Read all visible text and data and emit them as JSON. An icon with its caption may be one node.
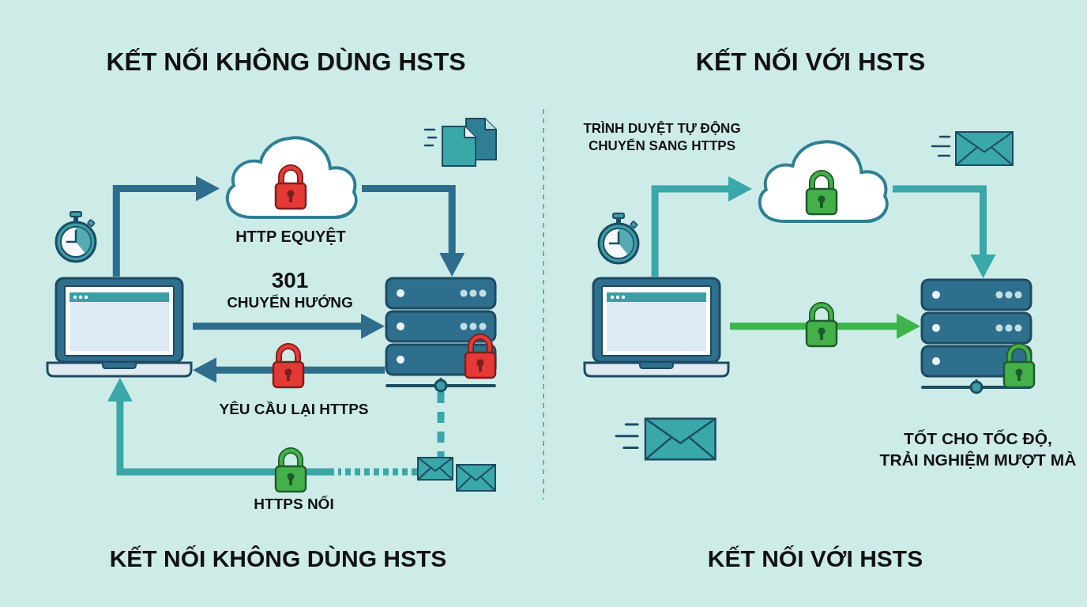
{
  "diagram": {
    "nodes": [
      {
        "text": [],
        "shape": "picture"
      },
      {
        "text": [],
        "shape": "cloud",
        "beside": [
          "HTTP EQUYỆT"
        ]
      },
      {
        "text": [],
        "shape": "picture"
      },
      {
        "text": [],
        "shape": "picture"
      },
      {
        "text": [],
        "shape": "picture"
      },
      {
        "text": [],
        "shape": "cloud"
      },
      {
        "text": [],
        "shape": "picture",
        "beside": [
          "TỐT CHO TỐC ĐỘ, TRẢI NGHIỆM MƯỢT MÀ"
        ]
      }
    ],
    "edges": [
      {
        "from": 0,
        "to": 1,
        "arrow": "to",
        "color": "#2e6e8c"
      },
      {
        "from": 1,
        "to": 2,
        "arrow": "to",
        "color": "#2e6e8c"
      },
      {
        "from": 0,
        "to": 2,
        "arrow": "to",
        "label": "301 CHUYỂN HƯỚNG",
        "color": "#2e6e8c"
      },
      {
        "from": 2,
        "to": 0,
        "arrow": "to",
        "label": "YÊU CẦU LẠI HTTPS",
        "color": "#2e6e8c"
      },
      {
        "from": 2,
        "to": 3,
        "arrow": "none",
        "style": "dashed",
        "color": "#3aa7a9"
      },
      {
        "from": 3,
        "to": 0,
        "arrow": "to",
        "label": "HTTPS NỐI",
        "color": "#3aa7a9"
      },
      {
        "from": 4,
        "to": 5,
        "arrow": "to",
        "label": "TRÌNH DUYỆT TỰ ĐỘNG CHUYỂN SANG HTTPS",
        "color": "#3aa7a9"
      },
      {
        "from": 5,
        "to": 6,
        "arrow": "to",
        "color": "#3aa7a9"
      },
      {
        "from": 4,
        "to": 6,
        "arrow": "to",
        "color": "#3cb54a"
      }
    ],
    "labels": [
      "KẾT NỐI KHÔNG DÙNG HSTS",
      "KẾT NỐI VỚI HSTS",
      "KẾT NỐI KHÔNG DÙNG HSTS",
      "KẾT NỐI VỚI HSTS"
    ]
  }
}
